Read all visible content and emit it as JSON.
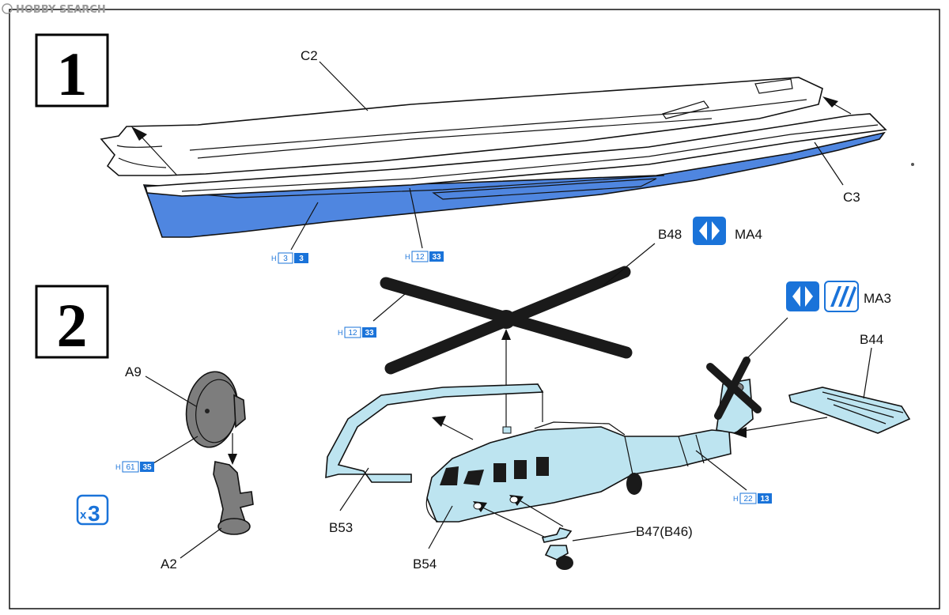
{
  "watermark": "HOBBY SEARCH",
  "steps": [
    "1",
    "2"
  ],
  "labels": {
    "c2": "C2",
    "c3": "C3",
    "b48": "B48",
    "ma4": "MA4",
    "ma3": "MA3",
    "b44": "B44",
    "a9": "A9",
    "a2": "A2",
    "b53": "B53",
    "b54": "B54",
    "b47": "B47(B46)"
  },
  "paint_codes": [
    {
      "prefix": "H",
      "a": "3",
      "b": "3"
    },
    {
      "prefix": "H",
      "a": "12",
      "b": "33"
    },
    {
      "prefix": "H",
      "a": "12",
      "b": "33"
    },
    {
      "prefix": "H",
      "a": "61",
      "b": "35"
    },
    {
      "prefix": "H",
      "a": "22",
      "b": "13"
    }
  ],
  "multiplier": {
    "x": "x",
    "n": "3"
  },
  "icons": [
    "hobby-search-logo-icon",
    "cement-icon",
    "cement-icon",
    "decal-icon"
  ],
  "colors": {
    "hull_blue": "#4f86e0",
    "deck_white": "#ffffff",
    "heli_blue": "#bde4f0",
    "rotor_black": "#1a1a1a",
    "gray_part": "#7d7d7d",
    "accent_blue": "#1a73d9"
  }
}
